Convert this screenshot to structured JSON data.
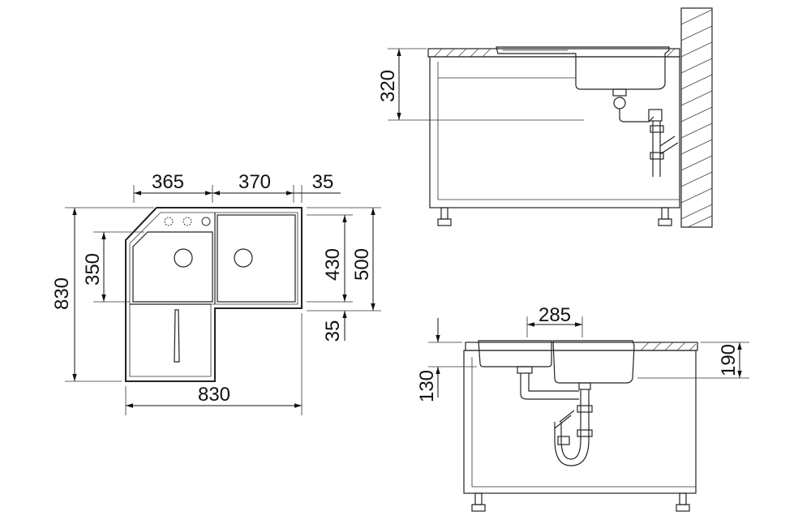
{
  "dimensions": {
    "top_width_left": "365",
    "top_width_right": "370",
    "top_width_edge": "35",
    "left_height_total": "830",
    "left_bowl_height": "350",
    "right_depth_430": "430",
    "right_depth_500": "500",
    "right_offset_35": "35",
    "bottom_width_total": "830",
    "side_view_drop": "320",
    "front_spacing": "285",
    "front_left_depth": "130",
    "front_right_depth": "190"
  }
}
